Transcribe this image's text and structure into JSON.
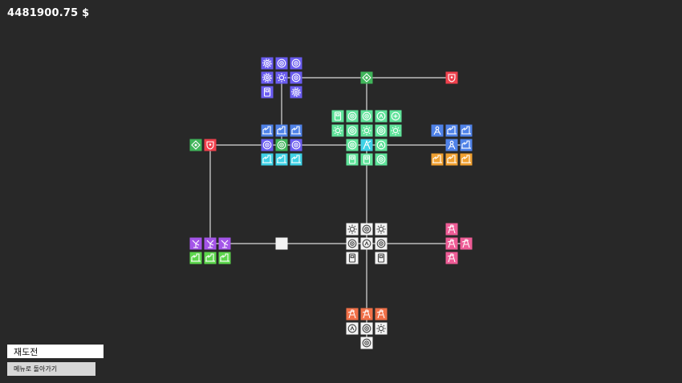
{
  "hud": {
    "money": "4481900.75 $"
  },
  "buttons": {
    "retry": "재도전",
    "menu": "메뉴로 돌아가기"
  },
  "colors": {
    "background": "#282828",
    "line": "#dcdcdc",
    "indigo": "#6a5cf0",
    "green": "#3fb55a",
    "red": "#f0404c",
    "mint": "#5fe39a",
    "blue": "#4f82e8",
    "cyan": "#3fd2e6",
    "orange": "#f0a030",
    "purple": "#a455e8",
    "lime": "#5cd64c",
    "white": "#f2f2f2",
    "pink": "#ee5c96",
    "salmon": "#f07048"
  },
  "icons": {
    "gear": "gear-icon",
    "target": "target-icon",
    "factory": "factory-icon",
    "drill": "drill-icon",
    "tank": "tank-icon",
    "diamond": "diamond-icon",
    "shield": "shield-icon",
    "sun": "sun-icon",
    "coin": "coin-icon",
    "stepper": "stepper-icon",
    "person": "worker-icon",
    "windmill": "windmill-icon",
    "rig": "oil-rig-icon",
    "plain": "empty-node"
  }
}
